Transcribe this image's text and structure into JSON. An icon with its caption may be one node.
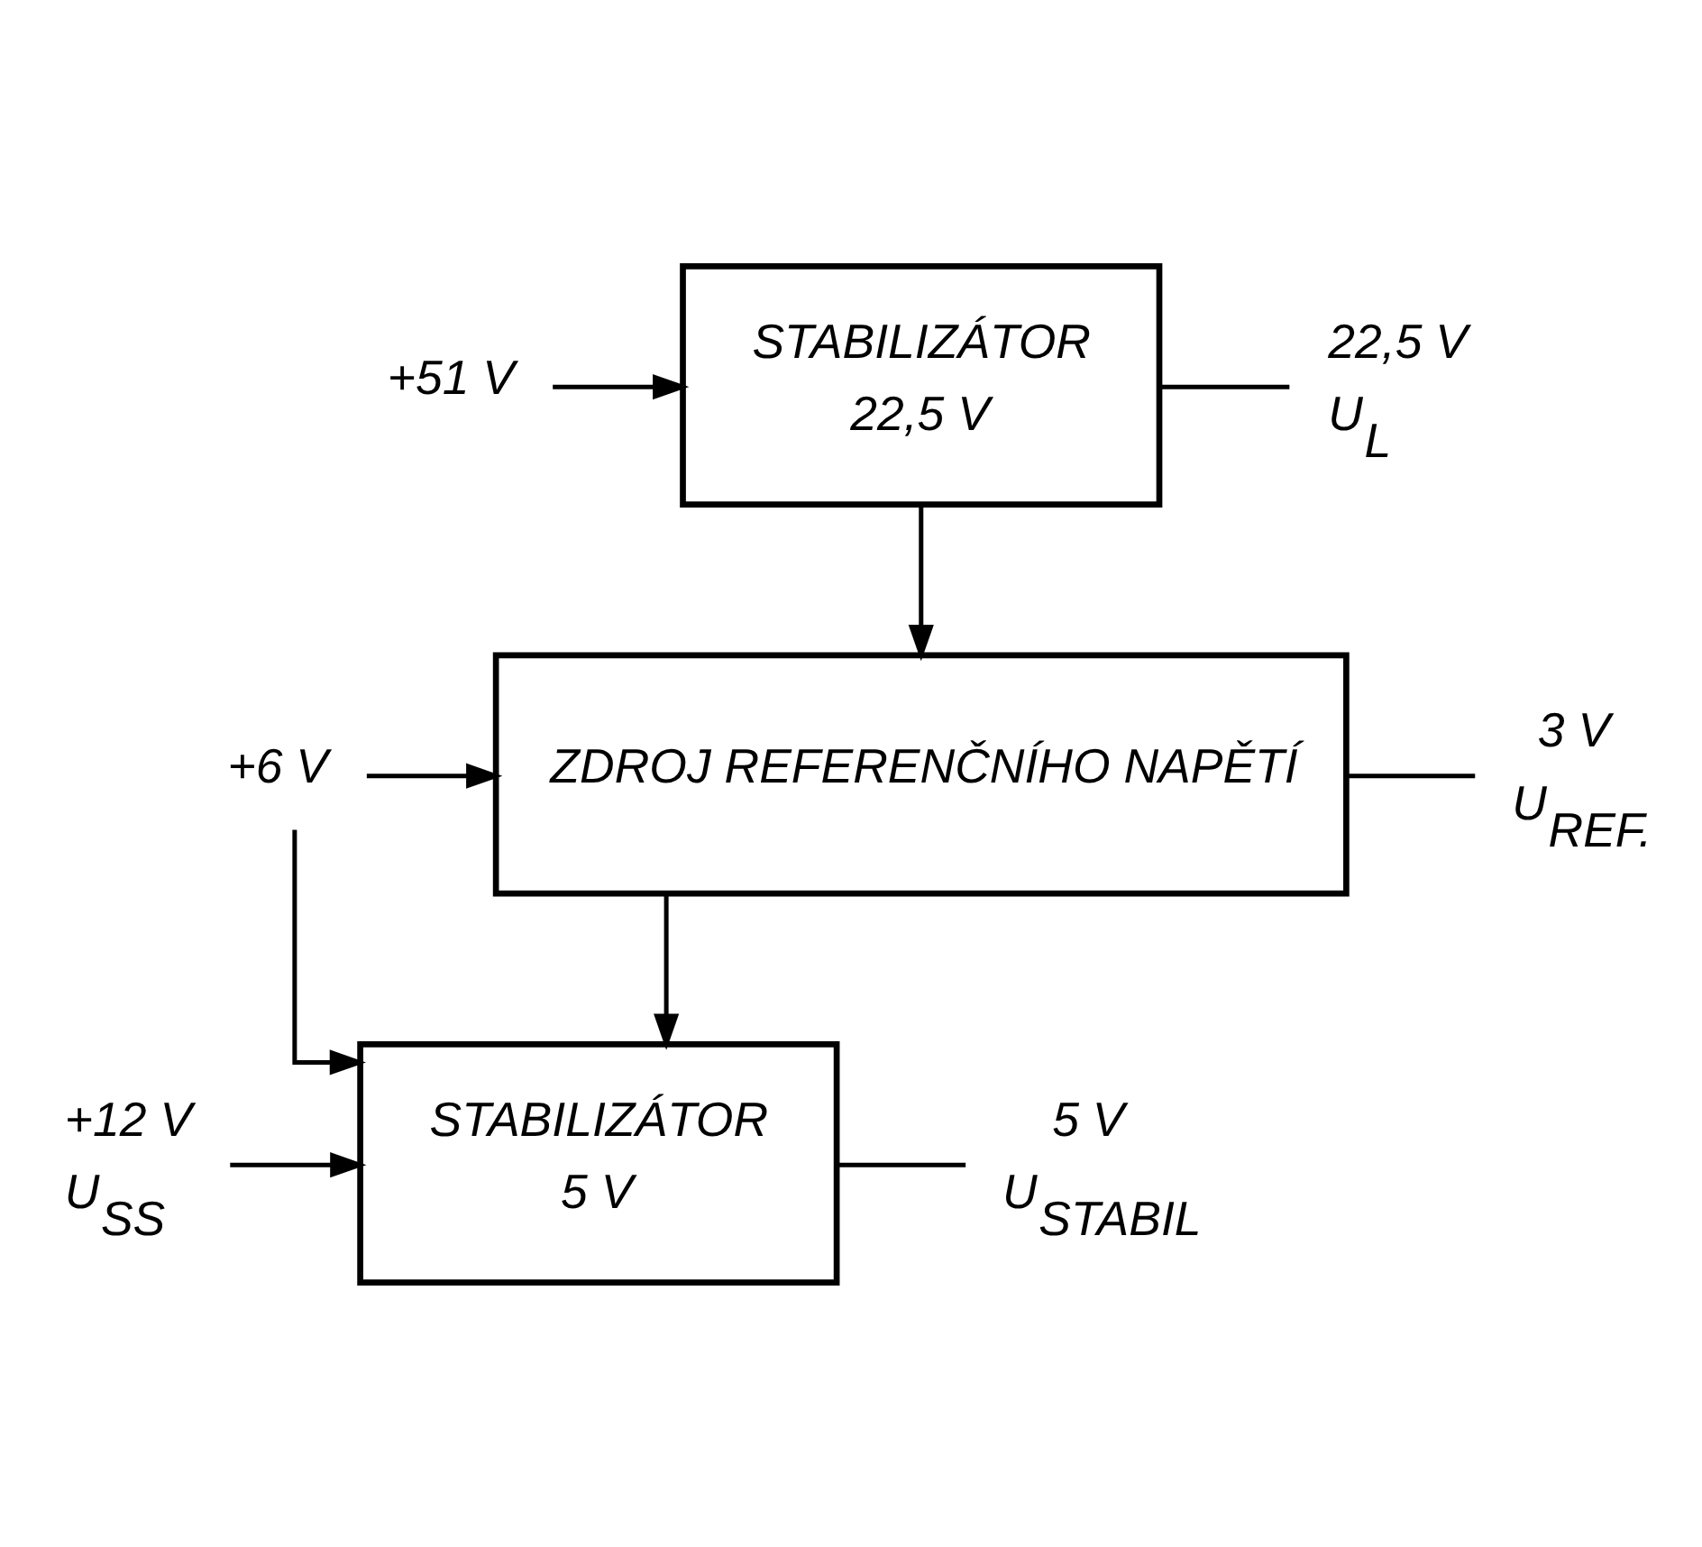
{
  "diagram": {
    "nodes": [
      {
        "text": [
          "STABILIZÁTOR",
          "22,5 V"
        ]
      },
      {
        "text": [
          "ZDROJ REFERENČNÍHO NAPĚTÍ"
        ]
      },
      {
        "text": [
          "STABILIZÁTOR",
          "5 V"
        ]
      },
      {
        "text": [
          "+51 V"
        ]
      },
      {
        "text": [
          "22,5 V"
        ],
        "beside": [
          "U$_{L}$"
        ]
      },
      {
        "text": [
          "+6 V"
        ]
      },
      {
        "text": [
          "3 V"
        ],
        "beside": [
          "U$_{REF.}$"
        ]
      },
      {
        "text": [
          "+12 V"
        ],
        "beside": [
          "U$_{SS}$"
        ]
      },
      {
        "text": [
          "5 V"
        ],
        "beside": [
          "U$_{STABIL}$"
        ]
      }
    ],
    "edges": [
      {
        "from": 3,
        "to": 0,
        "arrow": "to"
      },
      {
        "from": 0,
        "to": 4,
        "arrow": "none"
      },
      {
        "from": 0,
        "to": 1,
        "arrow": "to"
      },
      {
        "from": 5,
        "to": 1,
        "arrow": "to"
      },
      {
        "from": 1,
        "to": 6,
        "arrow": "none"
      },
      {
        "from": 5,
        "to": 2,
        "arrow": "to"
      },
      {
        "from": 1,
        "to": 2,
        "arrow": "to"
      },
      {
        "from": 7,
        "to": 2,
        "arrow": "to"
      },
      {
        "from": 2,
        "to": 8,
        "arrow": "none"
      }
    ]
  }
}
